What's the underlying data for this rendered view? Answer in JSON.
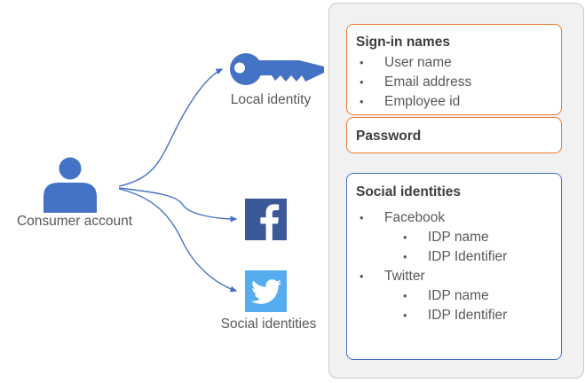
{
  "chars": {
    "bullet": "•"
  },
  "colors": {
    "accent_blue": "#4472C4",
    "facebook_blue": "#3B5998",
    "twitter_blue": "#55ACEE",
    "orange_border": "#ED7D31",
    "blue_border": "#4472C4",
    "panel_background": "#F1F1F2",
    "panel_border": "#C9C9C9",
    "title_text": "#3E3E3E",
    "body_text": "#595959"
  },
  "icons": {
    "person": "consumer-user-silhouette",
    "key": "local-identity-key",
    "facebook": "facebook-f-logo",
    "twitter": "twitter-bird-logo"
  },
  "left": {
    "consumer_label": "Consumer account",
    "local_label": "Local identity",
    "social_label": "Social identities"
  },
  "panel": {
    "signin": {
      "title": "Sign-in names",
      "items": [
        "User name",
        "Email address",
        "Employee id"
      ]
    },
    "password": {
      "title": "Password"
    },
    "social": {
      "title": "Social identities",
      "providers": [
        {
          "name": "Facebook",
          "attributes": [
            "IDP name",
            "IDP Identifier"
          ]
        },
        {
          "name": "Twitter",
          "attributes": [
            "IDP name",
            "IDP Identifier"
          ]
        }
      ]
    }
  }
}
